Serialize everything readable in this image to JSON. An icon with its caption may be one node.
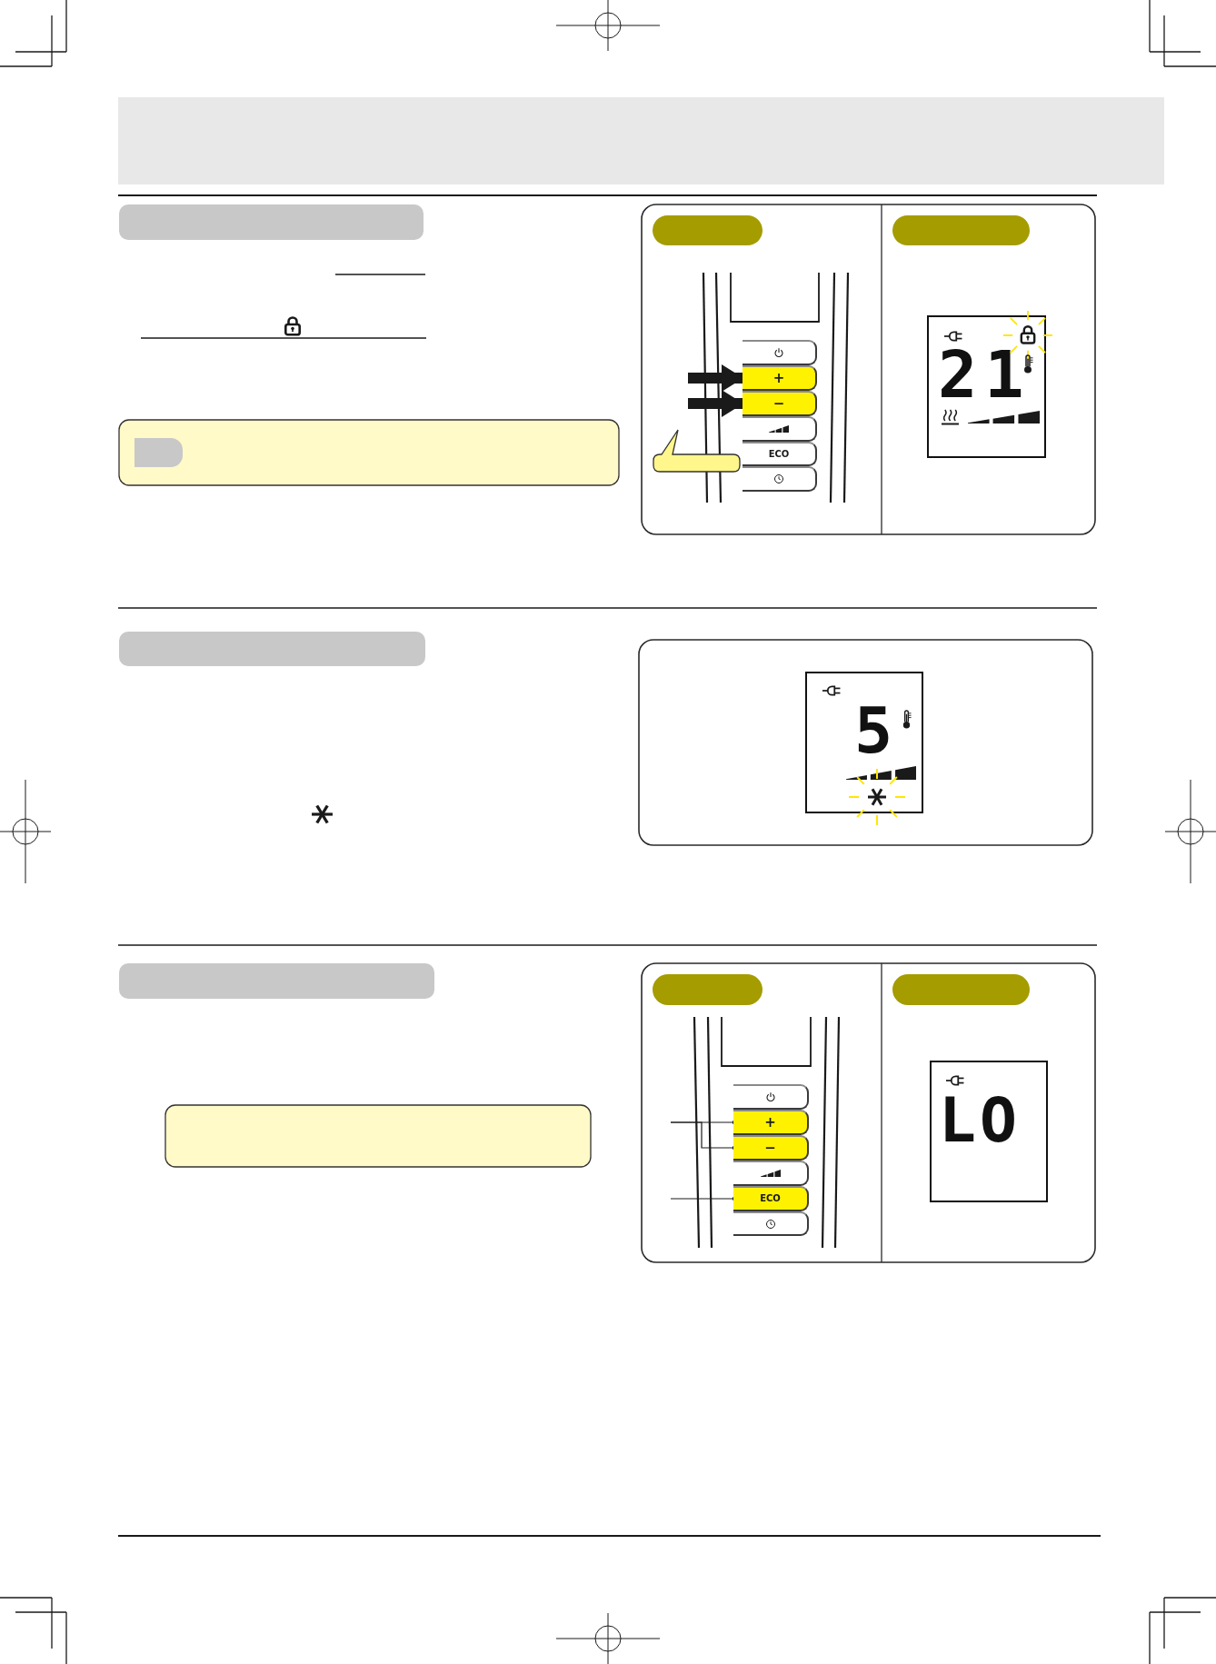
{
  "diagram": {
    "nodes": [
      {
        "text": [],
        "shape": "bar"
      },
      {
        "text": [],
        "shape": "pill"
      },
      {
        "text": [],
        "shape": "pill"
      },
      {
        "text": [],
        "shape": "box"
      },
      {
        "text": [
          "+"
        ]
      },
      {
        "text": [
          "−"
        ]
      },
      {
        "text": [],
        "shape": "box"
      },
      {
        "text": [
          "ECO"
        ]
      },
      {
        "text": [],
        "shape": "box"
      },
      {
        "text": [],
        "shape": "callout"
      },
      {
        "text": [
          "21"
        ]
      },
      {
        "text": [],
        "shape": "bar"
      },
      {
        "text": [
          "5"
        ]
      },
      {
        "text": [],
        "shape": "bar"
      },
      {
        "text": [],
        "shape": "pill"
      },
      {
        "text": [],
        "shape": "pill"
      },
      {
        "text": [],
        "shape": "box"
      },
      {
        "text": [
          "+"
        ]
      },
      {
        "text": [
          "−"
        ]
      },
      {
        "text": [],
        "shape": "box"
      },
      {
        "text": [
          "ECO"
        ]
      },
      {
        "text": [],
        "shape": "box"
      },
      {
        "text": [
          "LO"
        ]
      }
    ],
    "edges": [
      {
        "from": null,
        "to": 4,
        "arrow": "to",
        "style": "thick"
      },
      {
        "from": null,
        "to": 5,
        "arrow": "to",
        "style": "thick"
      },
      {
        "from": null,
        "to": 17,
        "arrow": "other"
      },
      {
        "from": null,
        "to": 18,
        "arrow": "other"
      },
      {
        "from": null,
        "to": 20,
        "arrow": "other"
      }
    ]
  }
}
